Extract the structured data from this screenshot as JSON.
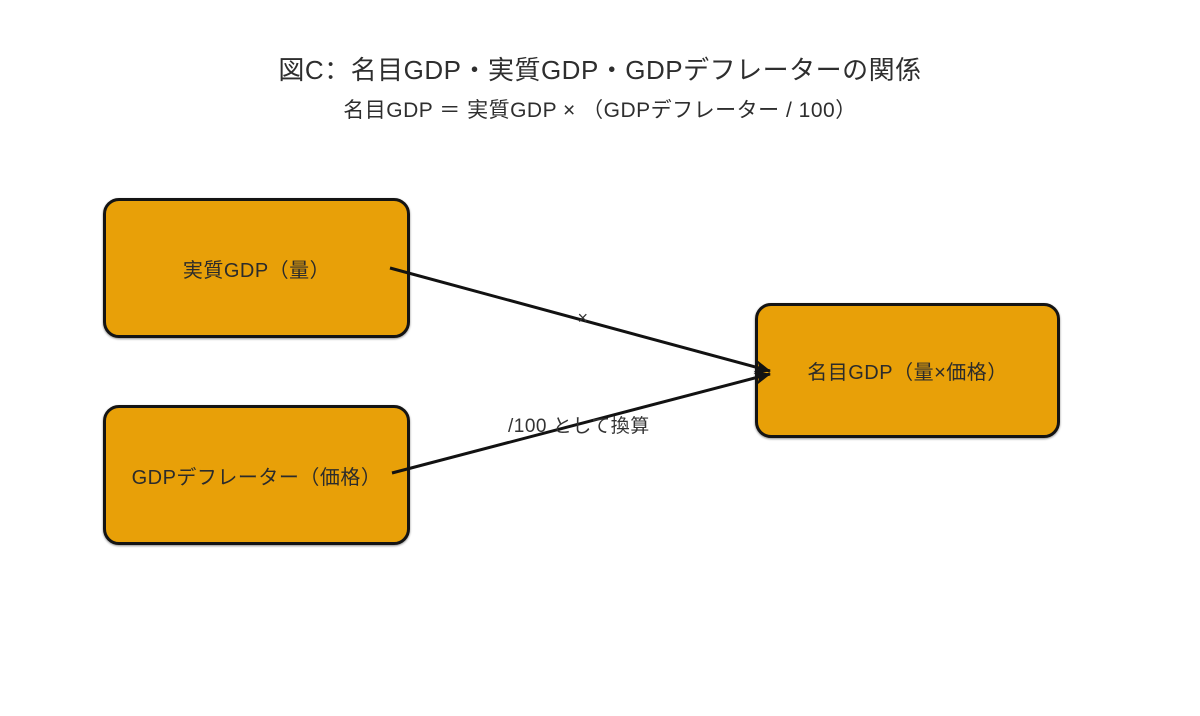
{
  "diagram": {
    "title": "図C：名目GDP・実質GDP・GDPデフレーターの関係",
    "subtitle": "名目GDP ＝ 実質GDP × （GDPデフレーター / 100）",
    "nodes": [
      {
        "id": "real-gdp",
        "label": "実質GDP（量）"
      },
      {
        "id": "gdp-deflator",
        "label": "GDPデフレーター（価格）"
      },
      {
        "id": "nominal-gdp",
        "label": "名目GDP（量×価格）"
      }
    ],
    "edges": [
      {
        "from": "real-gdp",
        "to": "nominal-gdp",
        "label": "×"
      },
      {
        "from": "gdp-deflator",
        "to": "nominal-gdp",
        "label": "/100 として換算"
      }
    ],
    "colors": {
      "box_fill": "#e8a008",
      "box_border": "#141414",
      "arrow": "#121212",
      "text": "#2b2b2b",
      "background": "#ffffff"
    }
  }
}
